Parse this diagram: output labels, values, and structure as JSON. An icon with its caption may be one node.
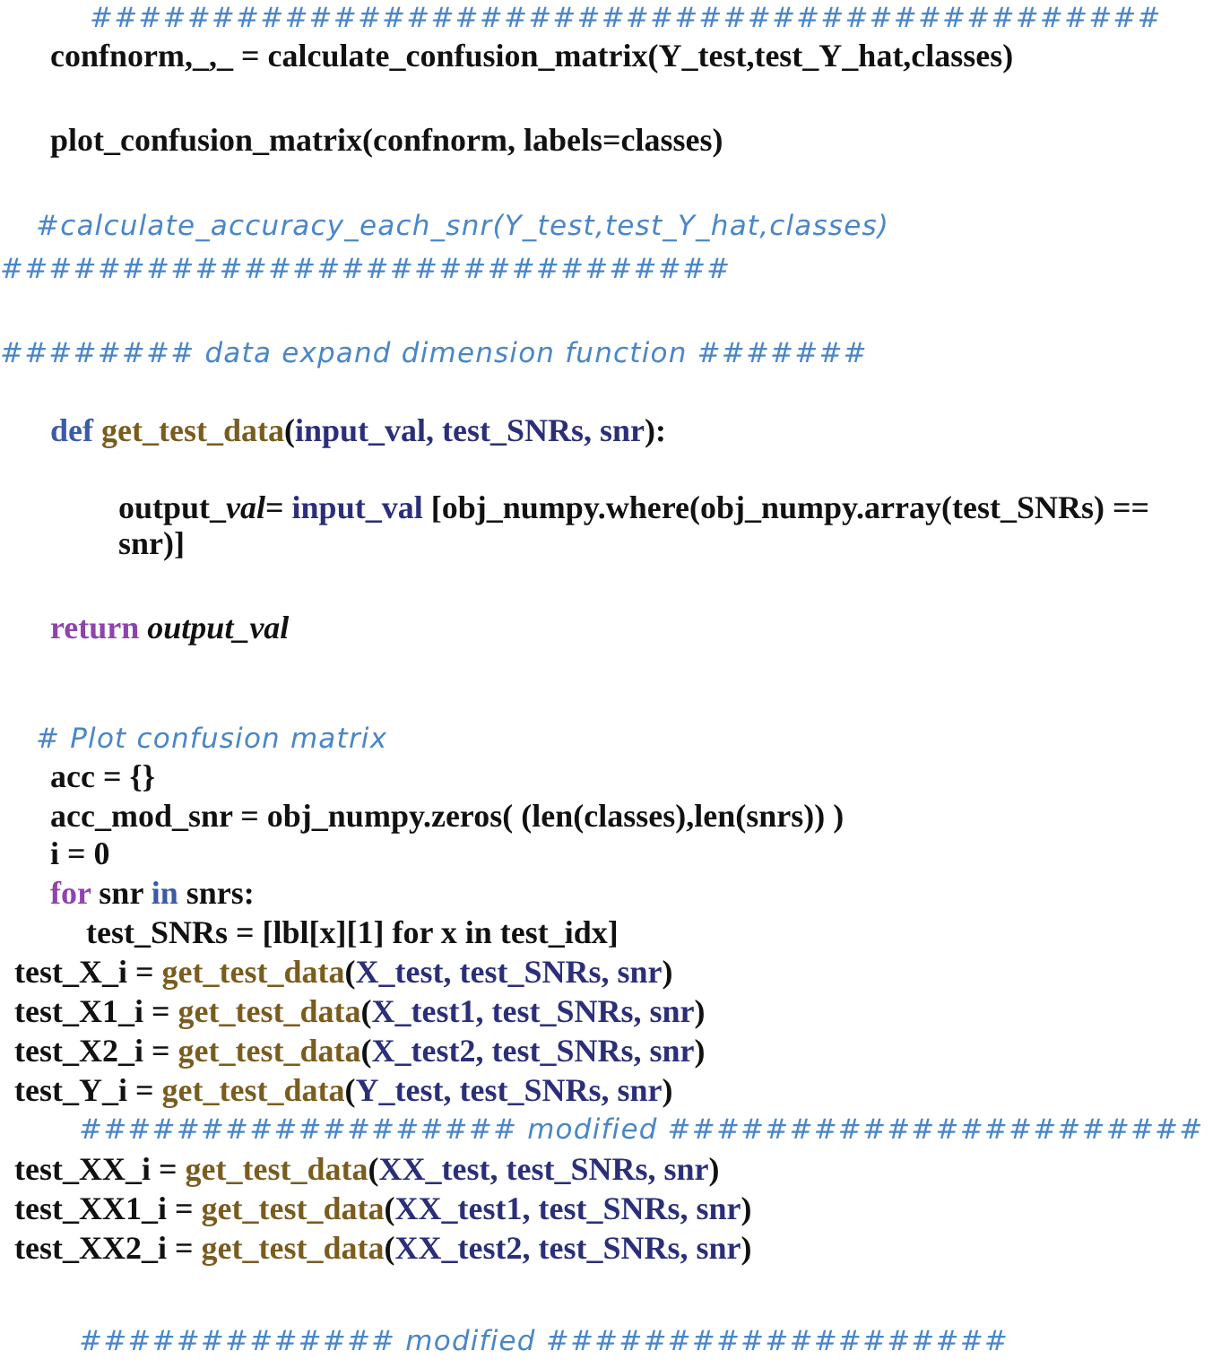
{
  "diagram": {
    "labels": [
      "############################################",
      "confnorm,_,_ = calculate_confusion_matrix(Y_test,test_Y_hat,classes)",
      "plot_confusion_matrix(confnorm, labels=classes)",
      "#calculate_accuracy_each_snr(Y_test,test_Y_hat,classes)",
      "##############################",
      "######## data expand dimension function #######",
      "def get_test_data(input_val, test_SNRs, snr):",
      "output_val= input_val [obj_numpy.where(obj_numpy.array(test_SNRs) == snr)]",
      "return *output_val*",
      "# Plot confusion matrix",
      "acc = {}",
      "acc_mod_snr = obj_numpy.zeros( (len(classes),len(snrs)) )",
      "i = 0",
      "for snr in snrs:",
      "test_SNRs = [lbl[x][1] for x in test_idx]",
      "test_X_i = get_test_data(X_test, test_SNRs, snr)",
      "test_X1_i = get_test_data(X_test1, test_SNRs, snr)",
      "test_X2_i = get_test_data(X_test2, test_SNRs, snr)",
      "test_Y_i = get_test_data(Y_test, test_SNRs, snr)",
      "################## modified ######################",
      "test_XX_i = get_test_data(XX_test, test_SNRs, snr)",
      "test_XX1_i = get_test_data(XX_test1, test_SNRs, snr)",
      "test_XX2_i = get_test_data(XX_test2, test_SNRs, snr)",
      "############# modified ###################"
    ]
  }
}
